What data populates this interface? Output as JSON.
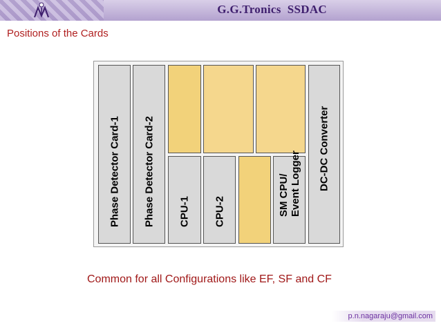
{
  "header": {
    "title": "G.G.Tronics  SSDAC"
  },
  "slide": {
    "title": "Positions of the Cards",
    "caption": "Common for all Configurations like EF, SF and CF",
    "email": "p.n.nagaraju@gmail.com"
  },
  "diagram": {
    "cards": [
      {
        "label": "Phase Detector Card-1",
        "color": "#d9d9d9"
      },
      {
        "label": "Phase Detector Card-2",
        "color": "#d9d9d9"
      },
      {
        "label": "",
        "color": "#f2d27a"
      },
      {
        "label": "",
        "color": "#f5d78d"
      },
      {
        "label": "",
        "color": "#f5d78d"
      },
      {
        "label": "CPU-1",
        "color": "#d9d9d9"
      },
      {
        "label": "CPU-2",
        "color": "#d9d9d9"
      },
      {
        "label": "",
        "color": "#f2d27a"
      },
      {
        "label_lines": [
          "SM CPU/",
          "Event Logger"
        ],
        "color": "#d9d9d9"
      },
      {
        "label": "DC-DC Converter",
        "color": "#d9d9d9"
      }
    ]
  },
  "colors": {
    "title_red": "#b02020",
    "header_purple": "#3f1f6e",
    "email_purple": "#6b2fa0"
  }
}
